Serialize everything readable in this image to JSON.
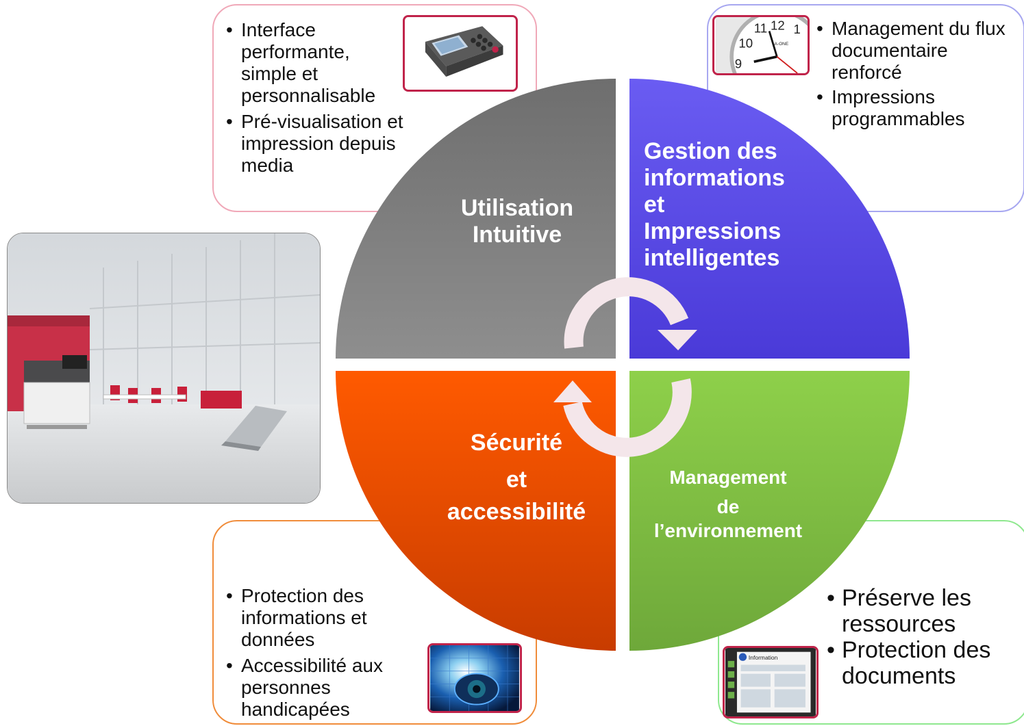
{
  "quadrants": {
    "top_left": {
      "line1": "Utilisation",
      "line2": "Intuitive",
      "color": "#808080"
    },
    "top_right": {
      "line1": "Gestion des",
      "line2": "informations",
      "line3": "et",
      "line4": "Impressions",
      "line5": "intelligentes",
      "color": "#5a4be8"
    },
    "bottom_left": {
      "line1": "Sécurité",
      "line2": "et",
      "line3": "accessibilité",
      "color": "#f05a0a"
    },
    "bottom_right": {
      "line1": "Management",
      "line2": "de",
      "line3": "l’environnement",
      "color": "#8cc63e"
    }
  },
  "boxes": {
    "top_left": {
      "items": [
        "Interface performante, simple et personnalisable",
        "Pré-visualisation et impression depuis media"
      ],
      "border_color": "#f0a8b8"
    },
    "top_right": {
      "items": [
        "Management du flux documentaire renforcé",
        "Impressions programmables"
      ],
      "border_color": "#a7a7f0"
    },
    "bottom_left": {
      "items": [
        "Protection des informations et données",
        "Accessibilité aux personnes handicapées"
      ],
      "border_color": "#f08c3a"
    },
    "bottom_right": {
      "items": [
        "Préserve les ressources",
        "Protection des documents"
      ],
      "border_color": "#8ee88e"
    }
  },
  "images": {
    "top_left_thumb": "control-panel-image",
    "top_right_thumb": "wall-clock-image",
    "clock_face_text": {
      "n11": "11",
      "n12": "12",
      "n1": "1",
      "n10": "10",
      "n9": "9",
      "brand": "A-ONE"
    },
    "bottom_left_thumb": "eye-scan-image",
    "bottom_right_thumb": "information-screen-image",
    "screen_title": "Information",
    "left_photo": "office-printer-photo"
  }
}
